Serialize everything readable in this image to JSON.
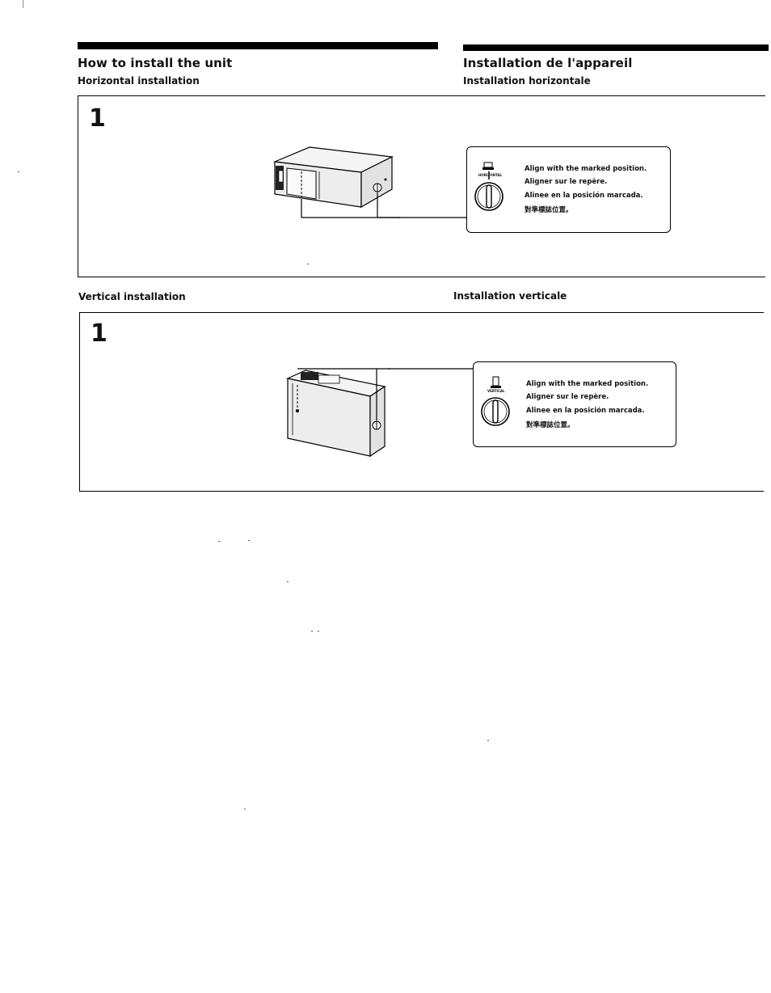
{
  "left_column": {
    "title": "How to install the unit",
    "subtitle": "Horizontal installation",
    "vertical_heading": "Vertical installation"
  },
  "right_column": {
    "title": "Installation de l'appareil",
    "subtitle": "Installation horizontale",
    "vertical_heading": "Installation verticale"
  },
  "horizontal_step": {
    "number": "1",
    "dial_label": "HORIZONTAL",
    "notes": [
      "Align with the marked position.",
      "Aligner sur le repère.",
      "Alinee en la posición marcada.",
      "對準標誌位置。"
    ]
  },
  "vertical_step": {
    "number": "1",
    "dial_label": "VERTICAL",
    "notes": [
      "Align with the marked position.",
      "Aligner sur le repère.",
      "Alinee en la posición marcada.",
      "對準標誌位置。"
    ]
  }
}
